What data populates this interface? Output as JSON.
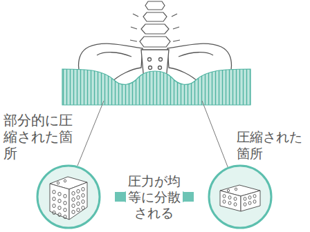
{
  "diagram": {
    "nodes": [
      {
        "text": [
          "部分的に圧縮された箇所"
        ]
      },
      {
        "text": [
          "圧縮された箇所"
        ]
      }
    ],
    "edges": [
      {
        "from": 0,
        "to": 1,
        "arrow": "both",
        "label": "圧力が均等に分散される"
      }
    ]
  }
}
